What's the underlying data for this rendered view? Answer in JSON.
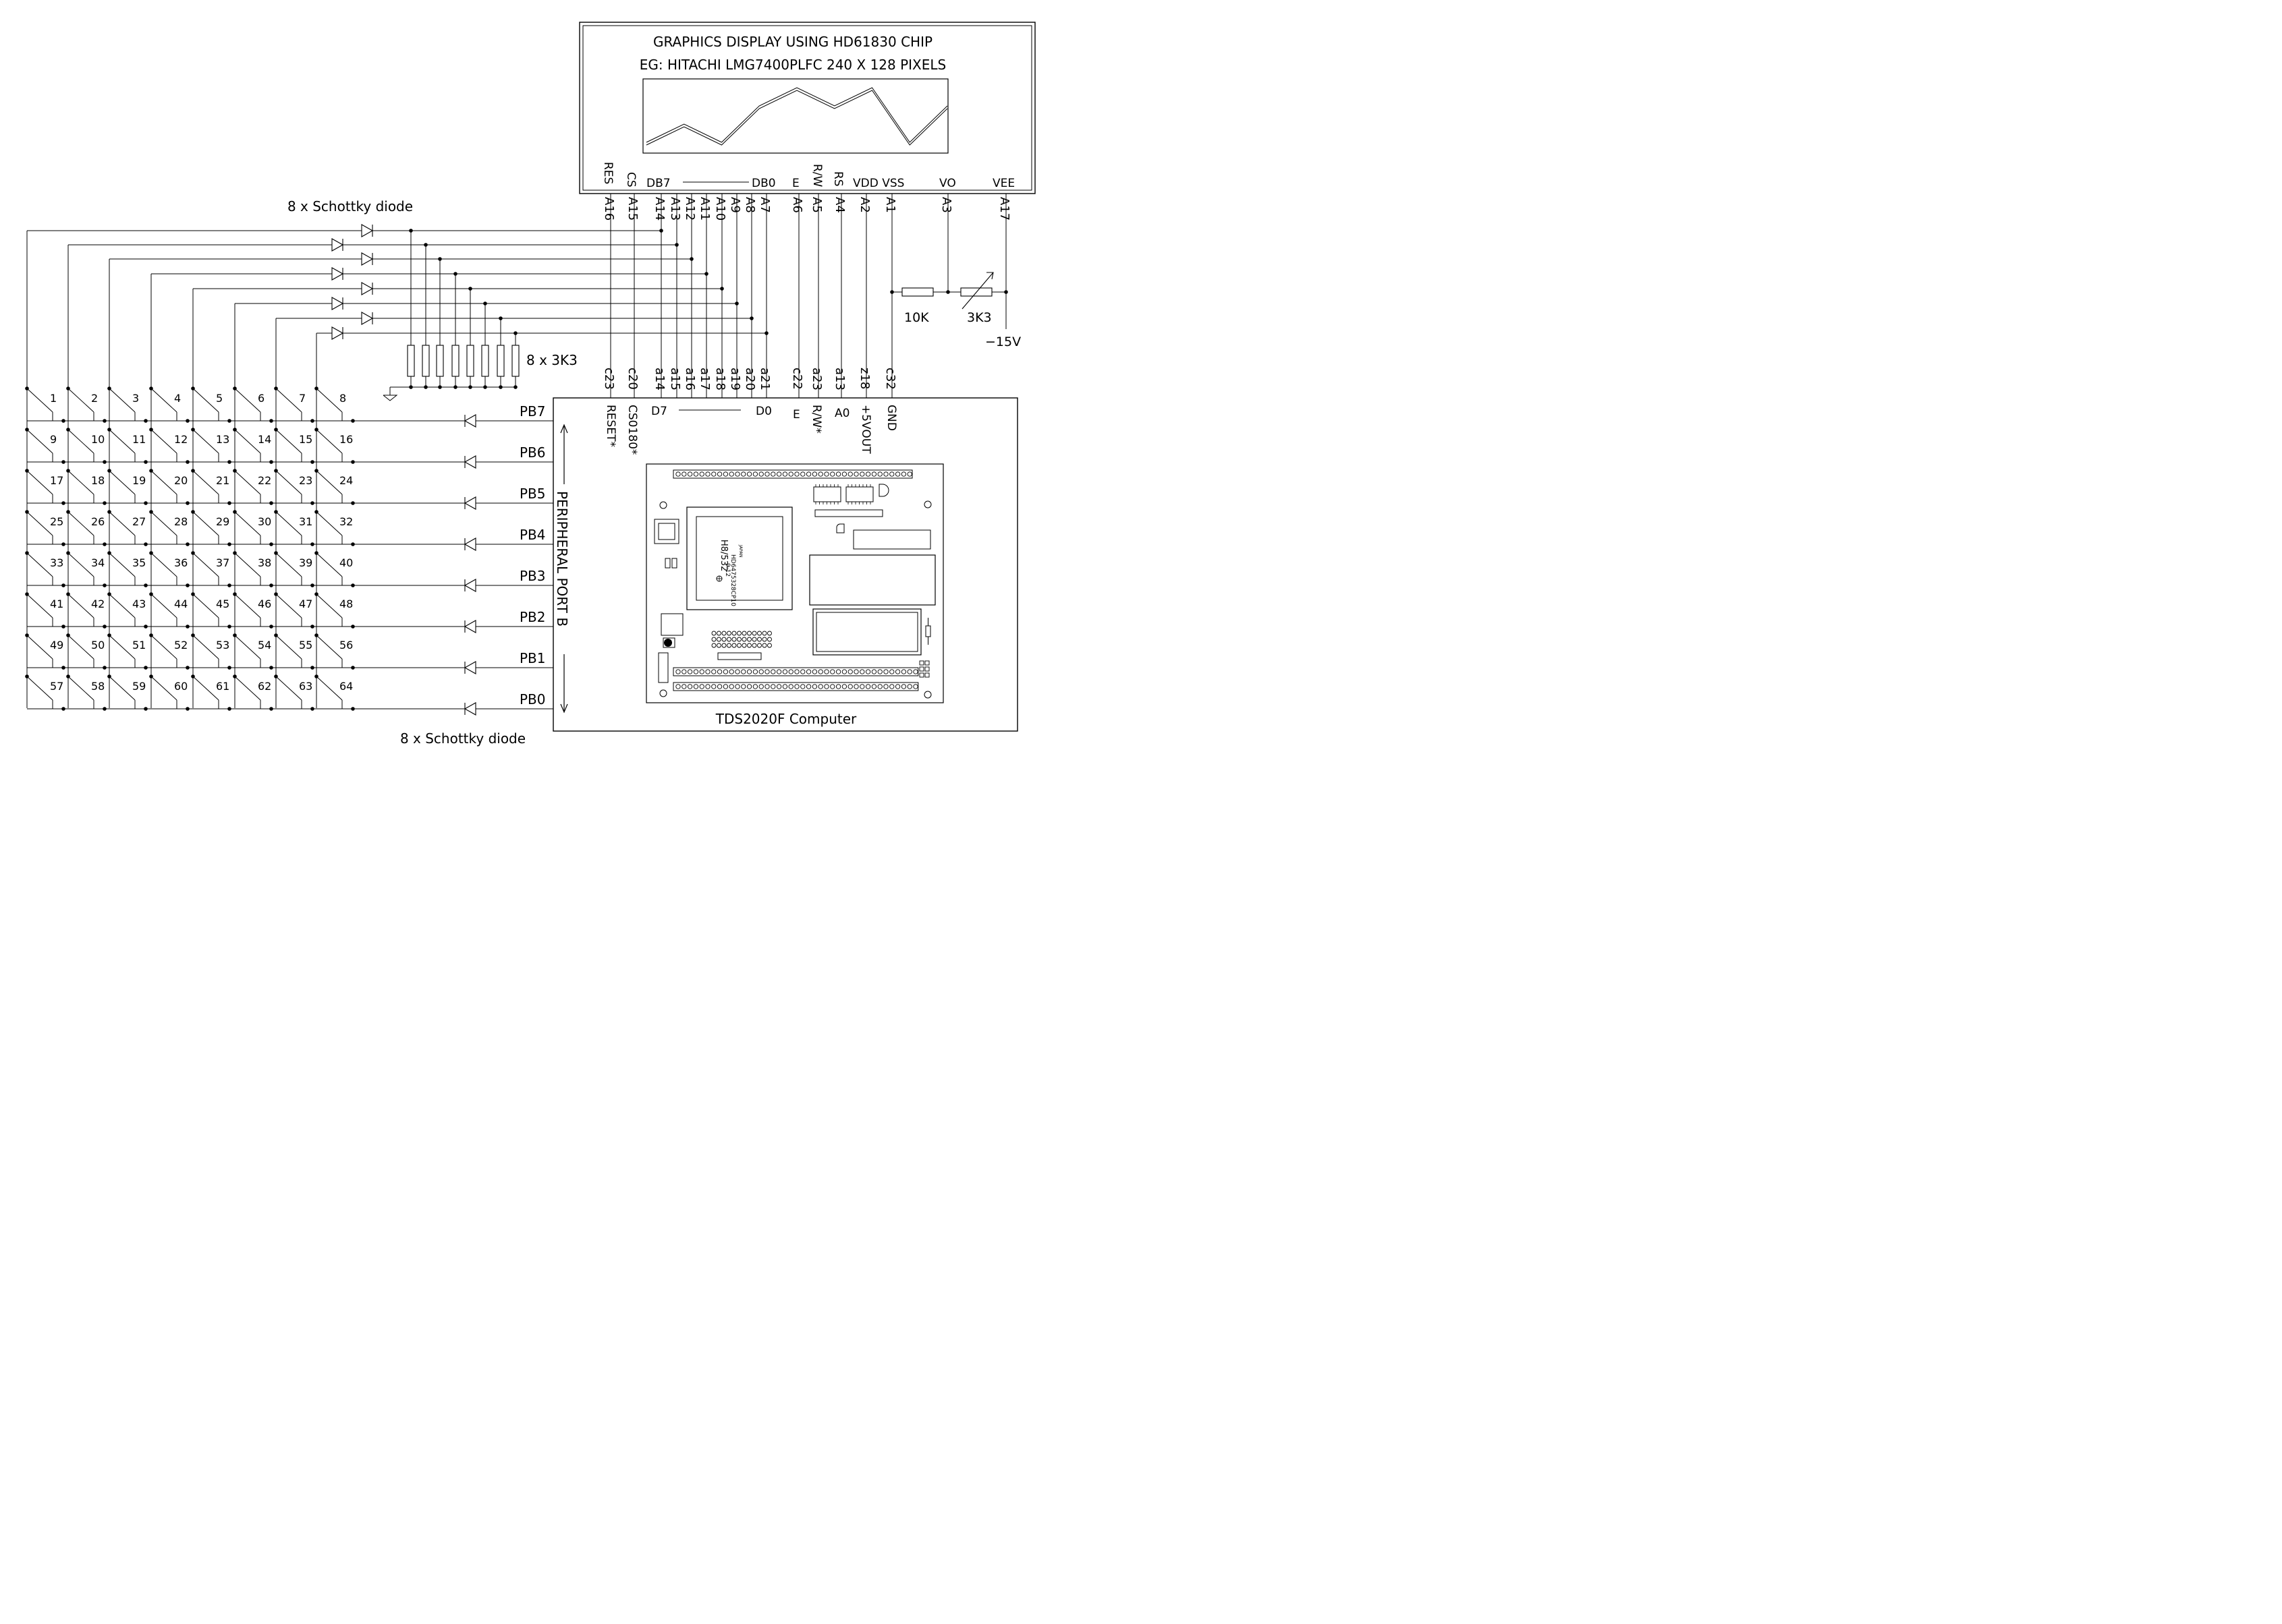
{
  "display": {
    "title_line1": "GRAPHICS DISPLAY USING HD61830 CHIP",
    "title_line2": "EG: HITACHI LMG7400PLFC 240 X 128 PIXELS",
    "pin_labels": {
      "res": "RES",
      "cs": "CS",
      "db7": "DB7",
      "db0": "DB0",
      "e": "E",
      "rw": "R/W",
      "rs": "RS",
      "vdd_vss": "VDD VSS",
      "vo": "VO",
      "vee": "VEE"
    }
  },
  "connector_a": [
    "A16",
    "A15",
    "A14",
    "A13",
    "A12",
    "A11",
    "A10",
    "A9",
    "A8",
    "A7",
    "A6",
    "A5",
    "A4",
    "A2",
    "A1",
    "A3",
    "A17"
  ],
  "connector_c": [
    "c23",
    "c20",
    "a14",
    "a15",
    "a16",
    "a17",
    "a18",
    "a19",
    "a20",
    "a21",
    "c22",
    "a23",
    "a13",
    "z18",
    "c32"
  ],
  "computer": {
    "name": "TDS2020F Computer",
    "port_label": "PERIPHERAL PORT B",
    "signals": {
      "reset": "RESET*",
      "cs0180": "CS0180*",
      "d7": "D7",
      "d0": "D0",
      "e": "E",
      "rw": "R/W*",
      "a0": "A0",
      "vout": "+5VOUT",
      "gnd": "GND"
    },
    "port_lines": [
      "PB7",
      "PB6",
      "PB5",
      "PB4",
      "PB3",
      "PB2",
      "PB1",
      "PB0"
    ],
    "chip_labels": [
      "H8/532",
      "HD6475328CP10",
      "9.12",
      "JAPAN"
    ]
  },
  "components": {
    "diodes_top": "8 x Schottky diode",
    "diodes_bottom": "8 x Schottky diode",
    "resistor_pack": "8 x 3K3",
    "r_fixed": "10K",
    "r_trim": "3K3",
    "vee_supply": "−15V"
  },
  "keypad": {
    "keys": [
      "1",
      "2",
      "3",
      "4",
      "5",
      "6",
      "7",
      "8",
      "9",
      "10",
      "11",
      "12",
      "13",
      "14",
      "15",
      "16",
      "17",
      "18",
      "19",
      "20",
      "21",
      "22",
      "23",
      "24",
      "25",
      "26",
      "27",
      "28",
      "29",
      "30",
      "31",
      "32",
      "33",
      "34",
      "35",
      "36",
      "37",
      "38",
      "39",
      "40",
      "41",
      "42",
      "43",
      "44",
      "45",
      "46",
      "47",
      "48",
      "49",
      "50",
      "51",
      "52",
      "53",
      "54",
      "55",
      "56",
      "57",
      "58",
      "59",
      "60",
      "61",
      "62",
      "63",
      "64"
    ]
  },
  "display_graph": {
    "trace": [
      [
        0,
        0
      ],
      [
        1,
        1
      ],
      [
        2,
        0
      ],
      [
        3,
        2
      ],
      [
        4,
        3
      ],
      [
        5,
        2
      ],
      [
        6,
        3
      ],
      [
        7,
        0
      ],
      [
        8,
        2
      ]
    ]
  }
}
